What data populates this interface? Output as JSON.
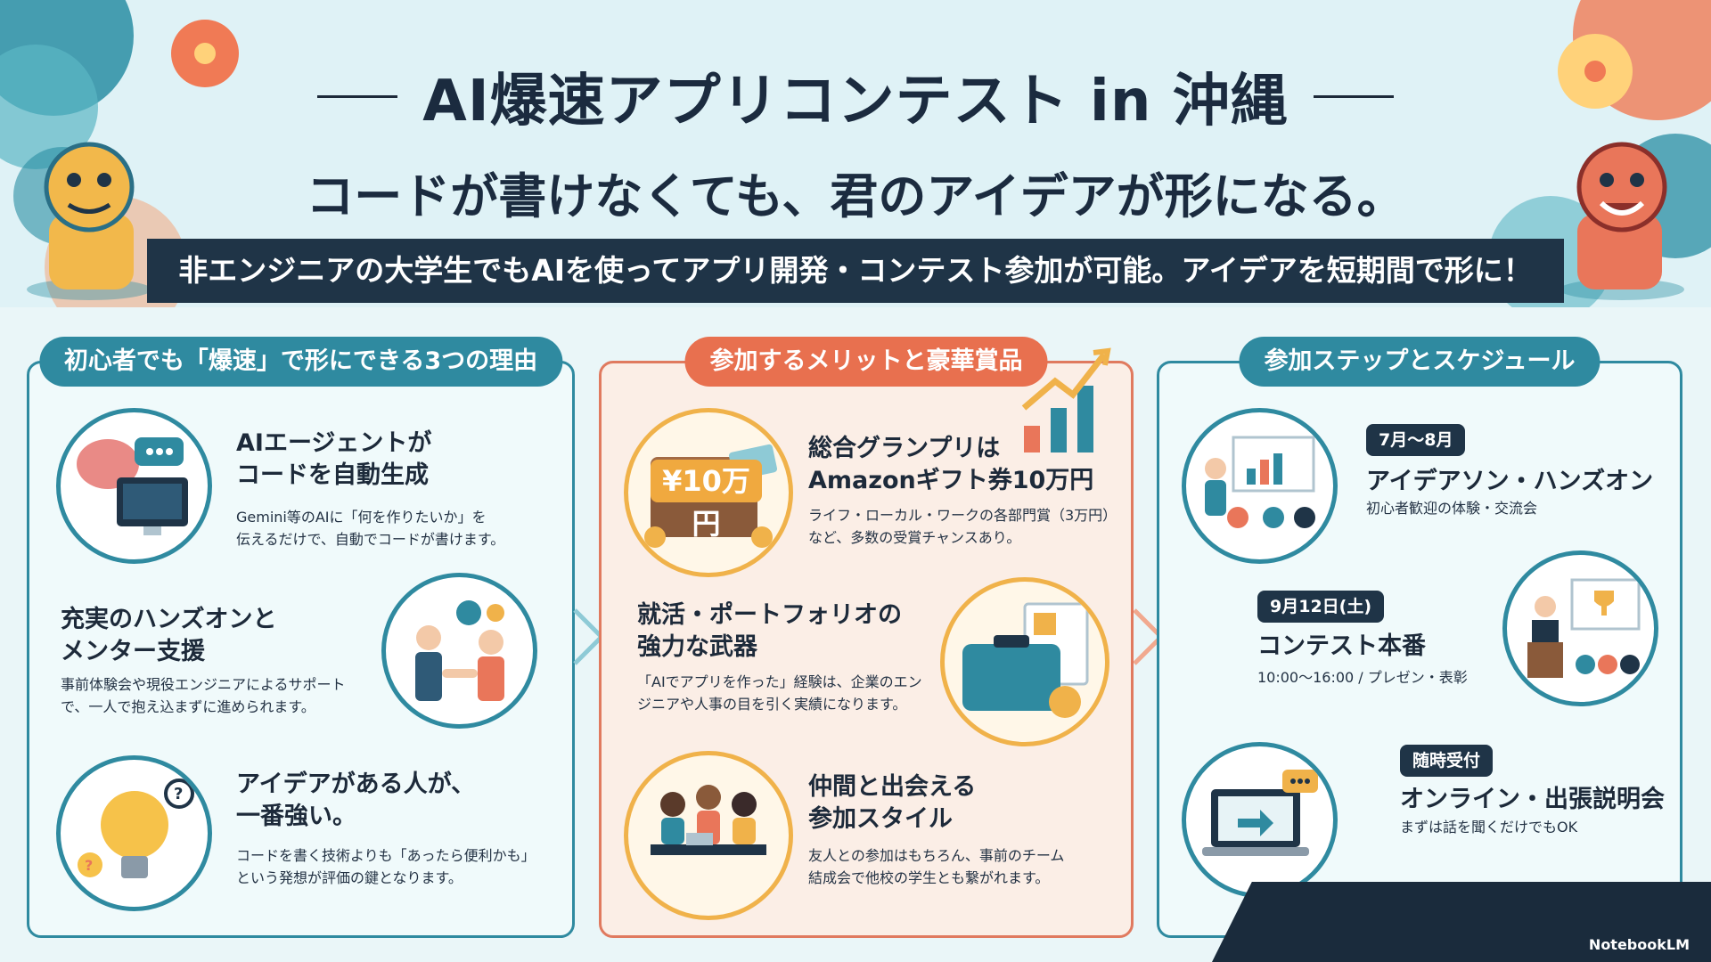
{
  "header": {
    "title": "AI爆速アプリコンテスト in 沖縄",
    "subtitle": "コードが書けなくても、君のアイデアが形になる。",
    "banner": "非エンジニアの大学生でもAIを使ってアプリ開発・コンテスト参加が可能。アイデアを短期間で形に！"
  },
  "col1": {
    "heading": "初心者でも「爆速」で形にできる3つの理由",
    "items": [
      {
        "title": "AIエージェントが\nコードを自動生成",
        "desc": "Gemini等のAIに「何を作りたいか」を\n伝えるだけで、自動でコードが書けます。"
      },
      {
        "title": "充実のハンズオンと\nメンター支援",
        "desc": "事前体験会や現役エンジニアによるサポート\nで、一人で抱え込まずに進められます。"
      },
      {
        "title": "アイデアがある人が、\n一番強い。",
        "desc": "コードを書く技術よりも「あったら便利かも」\nという発想が評価の鍵となります。"
      }
    ]
  },
  "col2": {
    "heading": "参加するメリットと豪華賞品",
    "coin_label": "¥10万円",
    "items": [
      {
        "title": "総合グランプリは\nAmazonギフト券10万円",
        "desc": "ライフ・ローカル・ワークの各部門賞（3万円）\nなど、多数の受賞チャンスあり。"
      },
      {
        "title": "就活・ポートフォリオの\n強力な武器",
        "desc": "「AIでアプリを作った」経験は、企業のエン\nジニアや人事の目を引く実績になります。"
      },
      {
        "title": "仲間と出会える\n参加スタイル",
        "desc": "友人との参加はもちろん、事前のチーム\n結成会で他校の学生とも繋がれます。"
      }
    ]
  },
  "col3": {
    "heading": "参加ステップとスケジュール",
    "steps": [
      {
        "tag": "7月〜8月",
        "title": "アイデアソン・ハンズオン",
        "desc": "初心者歓迎の体験・交流会"
      },
      {
        "tag": "9月12日(土)",
        "title": "コンテスト本番",
        "desc": "10:00〜16:00 / プレゼン・表彰"
      },
      {
        "tag": "随時受付",
        "title": "オンライン・出張説明会",
        "desc": "まずは話を聞くだけでもOK"
      }
    ]
  },
  "footer": {
    "logo": "NotebookLM"
  },
  "colors": {
    "teal": "#2f8aa0",
    "coral": "#e8704f",
    "navy": "#1f3447",
    "gold": "#f0b24a"
  }
}
